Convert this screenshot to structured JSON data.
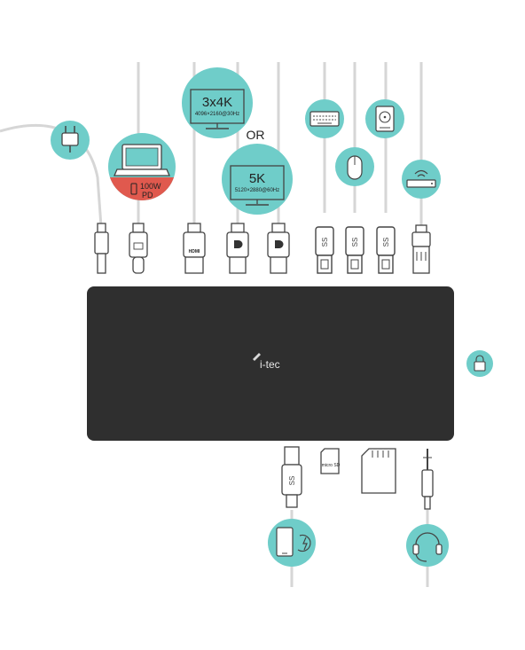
{
  "colors": {
    "teal": "#6fcdc9",
    "dock": "#2f2f2f",
    "cable": "#d9d9d9",
    "outline": "#444444",
    "power_red": "#e0594e"
  },
  "monitor_4k": {
    "title": "3x4K",
    "spec": "4096×2160@30Hz",
    "icon": "monitor-icon"
  },
  "or_label": "OR",
  "monitor_5k": {
    "title": "5K",
    "spec": "5120×2880@60Hz",
    "icon": "monitor-icon"
  },
  "laptop": {
    "power_line1": "100W",
    "power_line2": "PD",
    "icon": "laptop-icon"
  },
  "dock": {
    "brand": "i-tec"
  },
  "connectors": {
    "hdmi_label": "HDMI",
    "micro_sd_label": "micro SD"
  },
  "icons": {
    "power": "power-plug-icon",
    "keyboard": "keyboard-icon",
    "hdd": "hard-drive-icon",
    "mouse": "mouse-icon",
    "router": "router-icon",
    "lock": "lock-icon",
    "phone": "phone-charging-icon",
    "headset": "headset-icon"
  }
}
